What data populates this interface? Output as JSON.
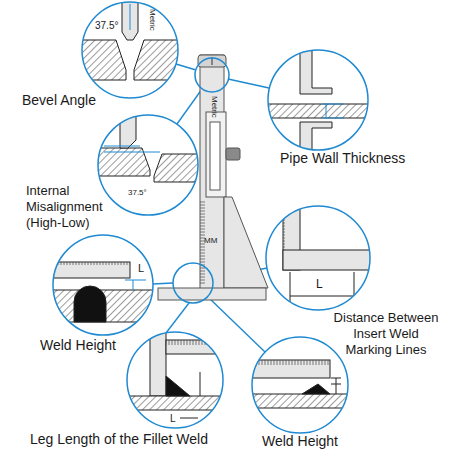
{
  "diagram": {
    "labels": [
      "37.5°",
      "Metric",
      "Bevel Angle",
      "Metric",
      "Pipe Wall Thickness",
      "37.5°",
      "Internal Misalignment (High-Low)",
      "MM",
      "L",
      "L",
      "Weld Height",
      "Distance Between Insert Weld Marking Lines",
      "L",
      "Leg Length of the Fillet Weld",
      "Weld Height"
    ]
  }
}
